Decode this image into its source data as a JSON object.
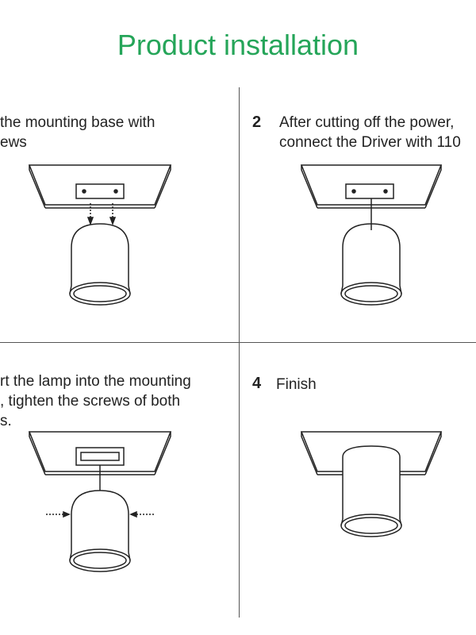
{
  "title": "Product installation",
  "steps": [
    {
      "number": "",
      "text": "the mounting base with\news"
    },
    {
      "number": "2",
      "text": "After cutting off the power,\nconnect the Driver with 110"
    },
    {
      "number": "",
      "text": "rt the lamp into the mounting\n, tighten the screws of both\ns."
    },
    {
      "number": "4",
      "text": "Finish"
    }
  ],
  "colors": {
    "title": "#25a559",
    "line": "#222222"
  }
}
